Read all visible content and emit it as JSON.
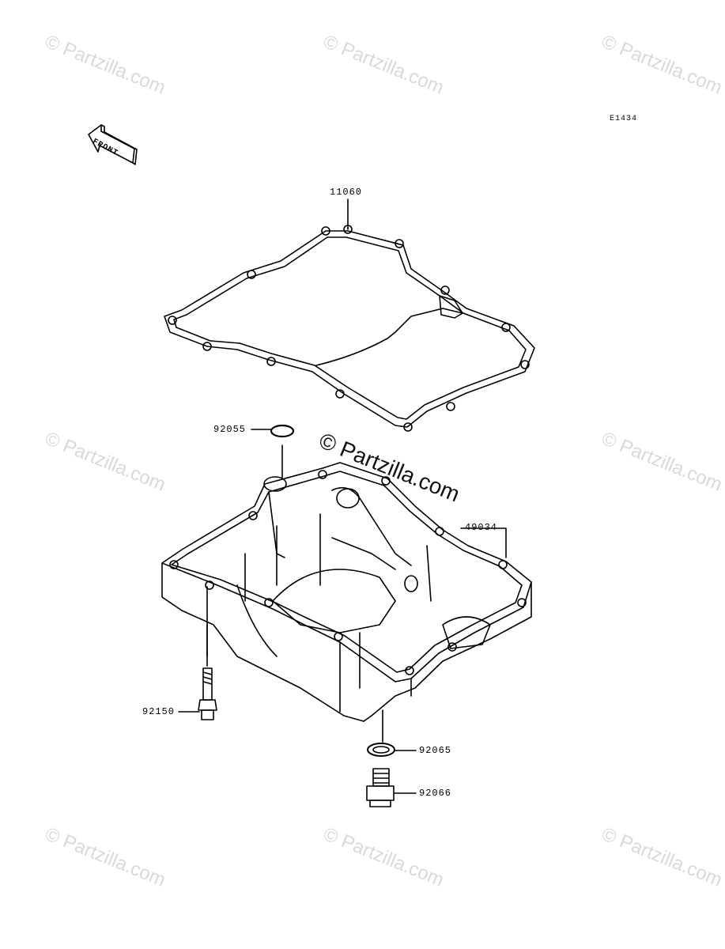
{
  "diagram_code": "E1434",
  "front_label": "FRONT",
  "watermark": "© Partzilla.com",
  "parts": {
    "gasket": "11060",
    "o_ring": "92055",
    "oil_pan": "49034",
    "bolt": "92150",
    "washer": "92065",
    "drain_plug": "92066"
  }
}
